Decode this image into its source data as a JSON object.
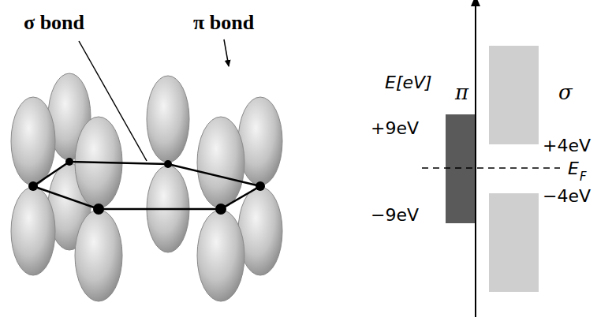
{
  "diagram": {
    "labels": [
      "σ bond",
      "π bond",
      "E[eV]",
      "π",
      "σ",
      "+9eV",
      "+4eV",
      "E",
      "F",
      "−4eV",
      "−9eV"
    ]
  }
}
